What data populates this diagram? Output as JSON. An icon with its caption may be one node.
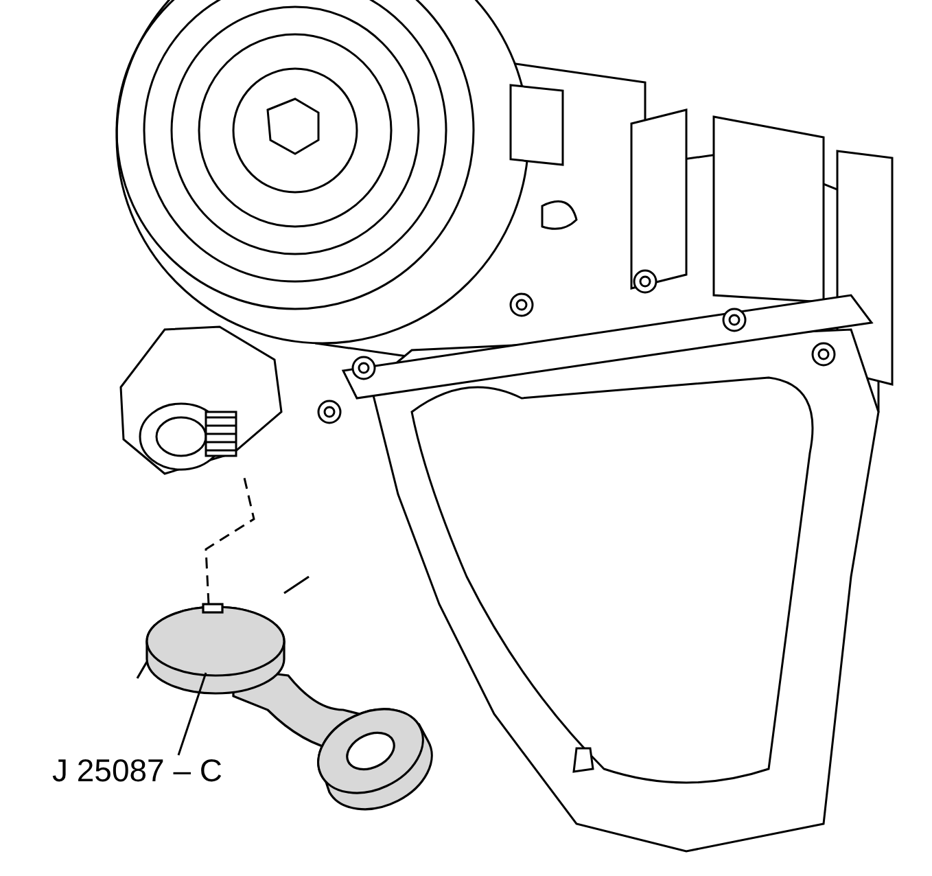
{
  "diagram": {
    "nodes": [
      {
        "text": [
          "J 25087 – C"
        ]
      },
      {
        "text": [],
        "shape": "picture"
      },
      {
        "text": [],
        "shape": "picture"
      }
    ],
    "edges": [
      {
        "from": 0,
        "to": 1,
        "arrow": "none"
      },
      {
        "from": 1,
        "to": 2,
        "arrow": "none",
        "style": "dashed"
      }
    ]
  }
}
